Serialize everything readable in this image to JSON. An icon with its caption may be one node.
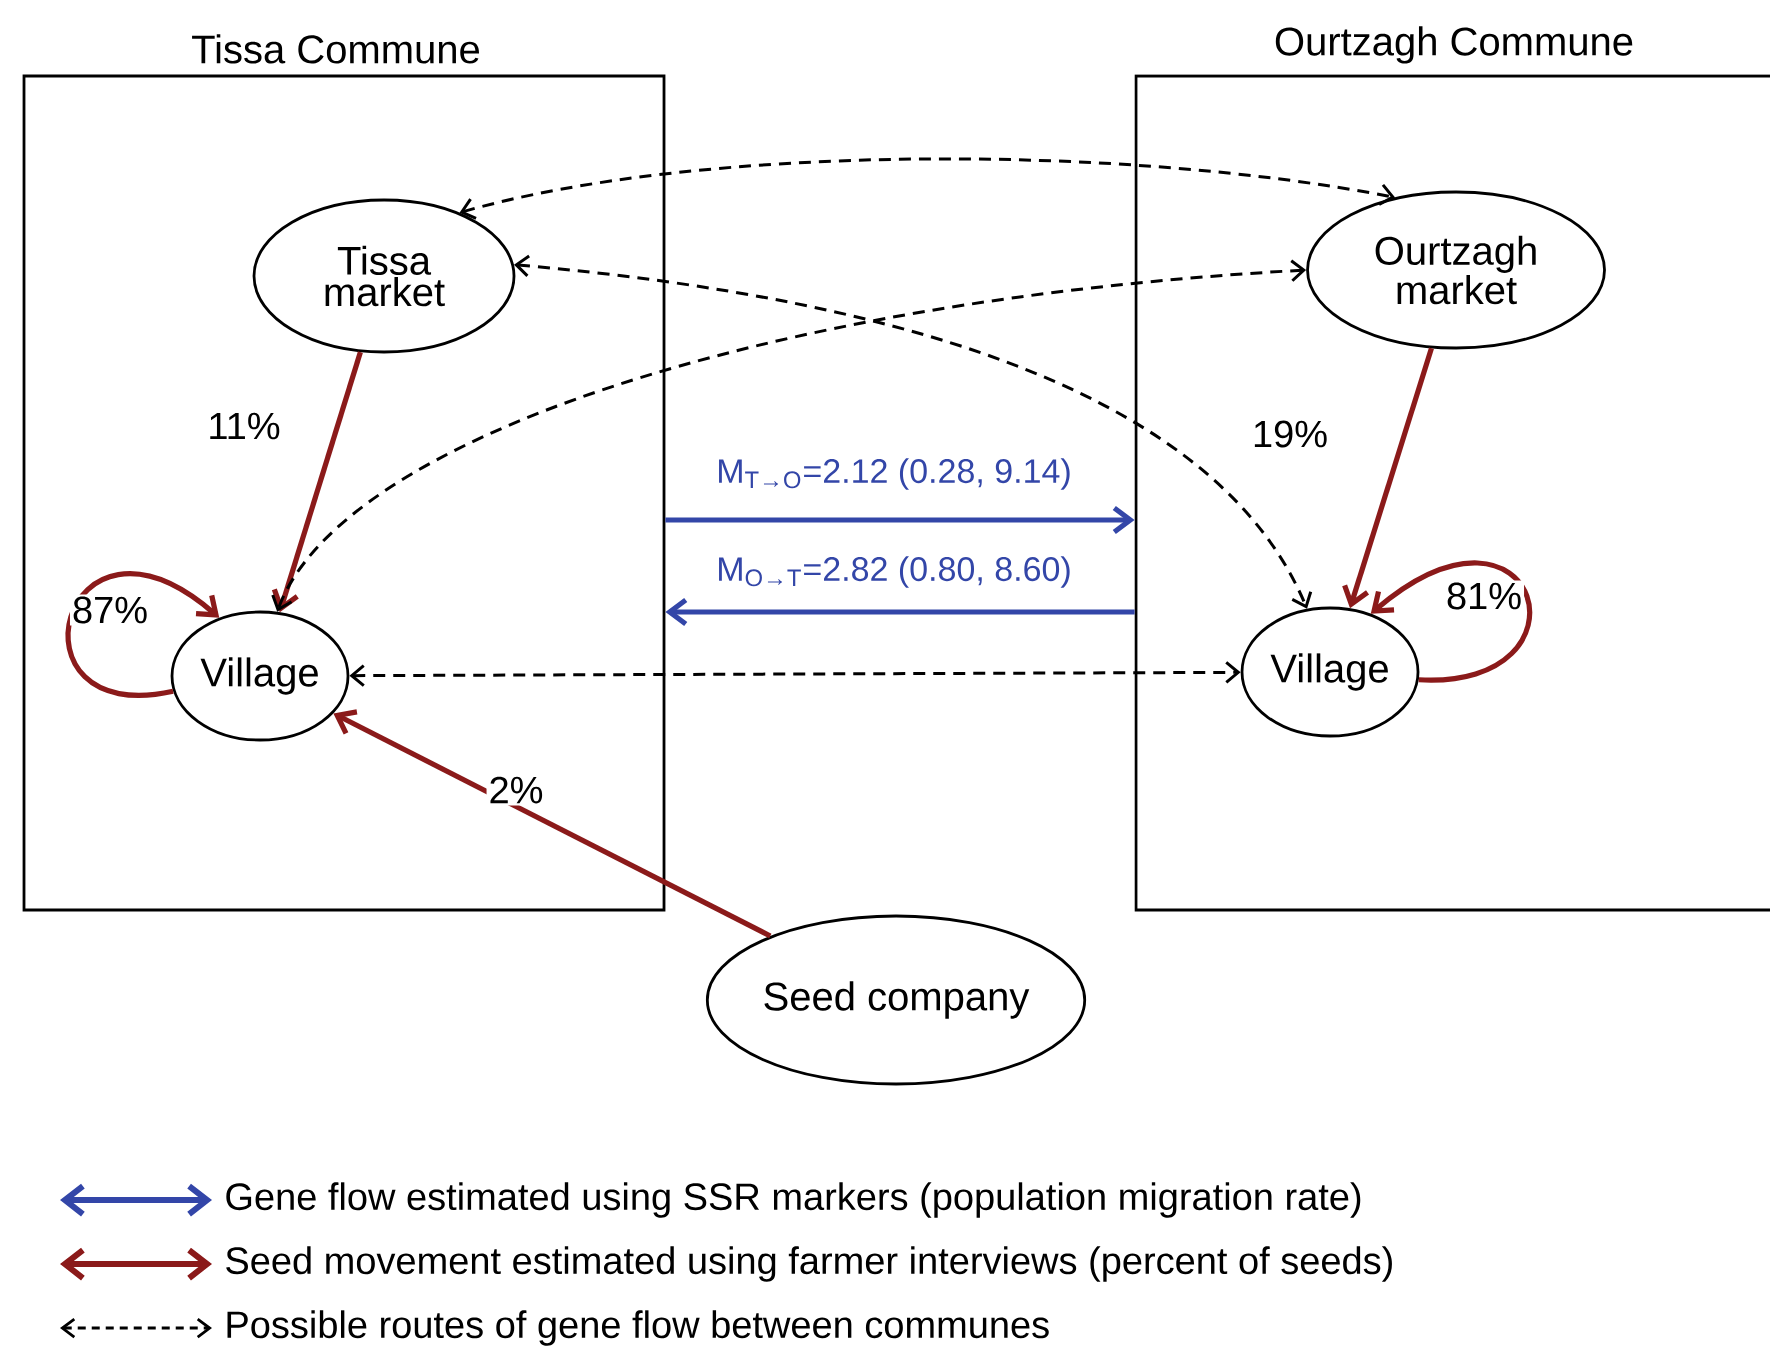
{
  "diagram": {
    "nodes": [
      {
        "text": [
          "Tissa Commune"
        ]
      },
      {
        "text": [
          "Tissa market"
        ],
        "in": 0
      },
      {
        "text": [
          "Village"
        ],
        "in": 0
      },
      {
        "text": [
          "Ourtzagh Commune"
        ]
      },
      {
        "text": [
          "Ourtzagh market"
        ],
        "in": 3
      },
      {
        "text": [
          "Village"
        ],
        "in": 3
      },
      {
        "text": [
          "Seed company"
        ]
      }
    ],
    "edges": [
      {
        "from": 1,
        "to": 2,
        "arrow": "to",
        "label": "11%"
      },
      {
        "from": 2,
        "to": 2,
        "arrow": "to",
        "label": "87%"
      },
      {
        "from": 6,
        "to": 2,
        "arrow": "to",
        "label": "2%"
      },
      {
        "from": 4,
        "to": 5,
        "arrow": "to",
        "label": "19%"
      },
      {
        "from": 5,
        "to": 5,
        "arrow": "to",
        "label": "81%"
      },
      {
        "from": 1,
        "to": 4,
        "arrow": "both",
        "style": "dashed",
        "color": "#000000"
      },
      {
        "from": 1,
        "to": 5,
        "arrow": "both",
        "style": "dashed",
        "color": "#000000"
      },
      {
        "from": 4,
        "to": 2,
        "arrow": "both",
        "style": "dashed",
        "color": "#000000"
      },
      {
        "from": 2,
        "to": 5,
        "arrow": "both",
        "style": "dashed",
        "color": "#000000"
      },
      {
        "from": 0,
        "to": 3,
        "arrow": "to",
        "label": "M$_{T→O}$=2.12 (0.28, 9.14)",
        "color": "#3346a8"
      },
      {
        "from": 3,
        "to": 0,
        "arrow": "to",
        "label": "M$_{O→T}$=2.82 (0.80, 8.60)",
        "color": "#3346a8"
      }
    ],
    "legend": [
      {
        "text": "Gene flow estimated using SSR markers (population migration rate)"
      },
      {
        "text": "Seed movement estimated using farmer interviews (percent of seeds)"
      },
      {
        "text": "Possible routes of gene flow between communes"
      }
    ]
  }
}
